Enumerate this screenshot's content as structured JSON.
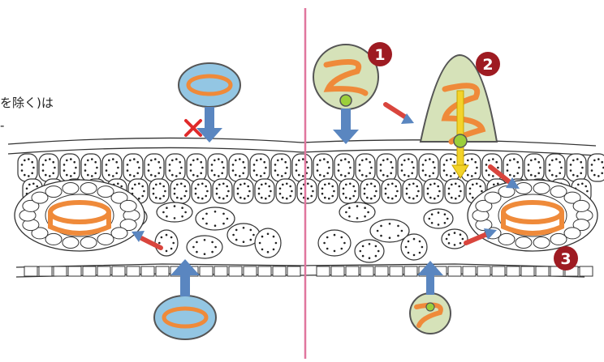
{
  "figure": {
    "left_caption": "を除く)は",
    "left_caption_tail": "-",
    "markers": [
      "1",
      "2",
      "3"
    ],
    "blocked_mark": "✕"
  },
  "colors": {
    "leaf_outline": "#333333",
    "divider": "#e0769e",
    "arrow_blue": "#5a86c0",
    "arrow_red": "#d9453d",
    "arrow_yellow": "#f2d32a",
    "ring_orange": "#ef8a3a",
    "bubble_blue": "#93c6e3",
    "bubble_green": "#d6e2b9",
    "badge_red": "#9e1b22",
    "dot_green": "#9bcf3b"
  },
  "icons": [
    "ring-icon",
    "helix-icon",
    "cross-icon",
    "arrow-icon",
    "cell-icon"
  ]
}
